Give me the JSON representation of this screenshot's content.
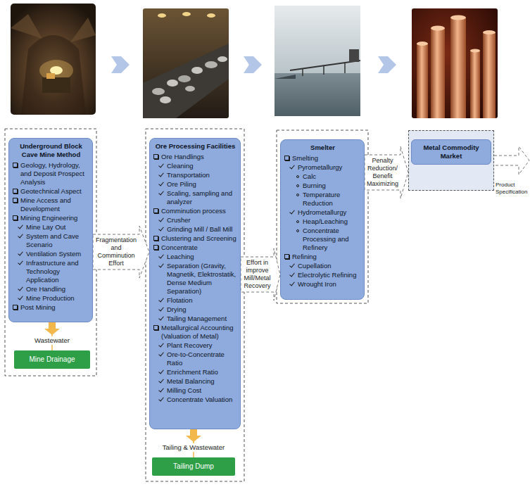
{
  "diagram": {
    "nodes": [
      {
        "text": [
          "Underground Block Cave Mine Method",
          "Geology, Hydrology, and Deposit Prospect Analysis",
          "Geotechnical Aspect",
          "Mine Access and Development",
          "Mining Engineering",
          "Mine Lay Out",
          "System and Cave Scenario",
          "Ventilation System",
          "Infrastructure and Technology Application",
          "Ore Handling",
          "Mine Production",
          "Post Mining"
        ]
      },
      {
        "text": [
          "Mine Drainage"
        ]
      },
      {
        "text": [
          "Ore Processing Facilities",
          "Ore Handlings",
          "Cleaning",
          "Transportation",
          "Ore Piling",
          "Scaling, sampling and analyzer",
          "Comminution process",
          "Crusher",
          "Grinding Mill / Ball Mill",
          "Clustering and Screening",
          "Concentrate",
          "Leaching",
          "Separation (Gravity, Magnetik, Elektrostatik, Dense Medium Separation)",
          "Flotation",
          "Drying",
          "Tailing Management",
          "Metallurgical Accounting (Valuation of Metal)",
          "Plant Recovery",
          "Ore-to-Concentrate Ratio",
          "Enrichment Ratio",
          "Metal Balancing",
          "Milling Cost",
          "Concentrate Valuation"
        ]
      },
      {
        "text": [
          "Tailing Dump"
        ]
      },
      {
        "text": [
          "Smelter",
          "Smelting",
          "Pyrometallurgy",
          "Calc",
          "Burning",
          "Temperature Reduction",
          "Hydrometallurgy",
          "Heap/Leaching",
          "Concentrate Processing and Refinery",
          "Refining",
          "Cupellation",
          "Electrolytic Refining",
          "Wrought Iron"
        ]
      },
      {
        "text": [
          "Metal Commodity Market"
        ]
      }
    ],
    "edges": [
      {
        "from": 0,
        "to": 2,
        "label": "Fragmentation and Comminution Effort",
        "arrow": "to"
      },
      {
        "from": 0,
        "to": 1,
        "label": "Wastewater",
        "arrow": "to"
      },
      {
        "from": 2,
        "to": 4,
        "label": "Effort in improve Mill/Metal Recovery",
        "arrow": "to"
      },
      {
        "from": 2,
        "to": 3,
        "label": "Tailing & Wastewater",
        "arrow": "to"
      },
      {
        "from": 4,
        "to": 5,
        "label": "Penalty Reduction/ Benefit Maximizing",
        "arrow": "to"
      }
    ],
    "labels": [
      "Product Specification"
    ]
  }
}
